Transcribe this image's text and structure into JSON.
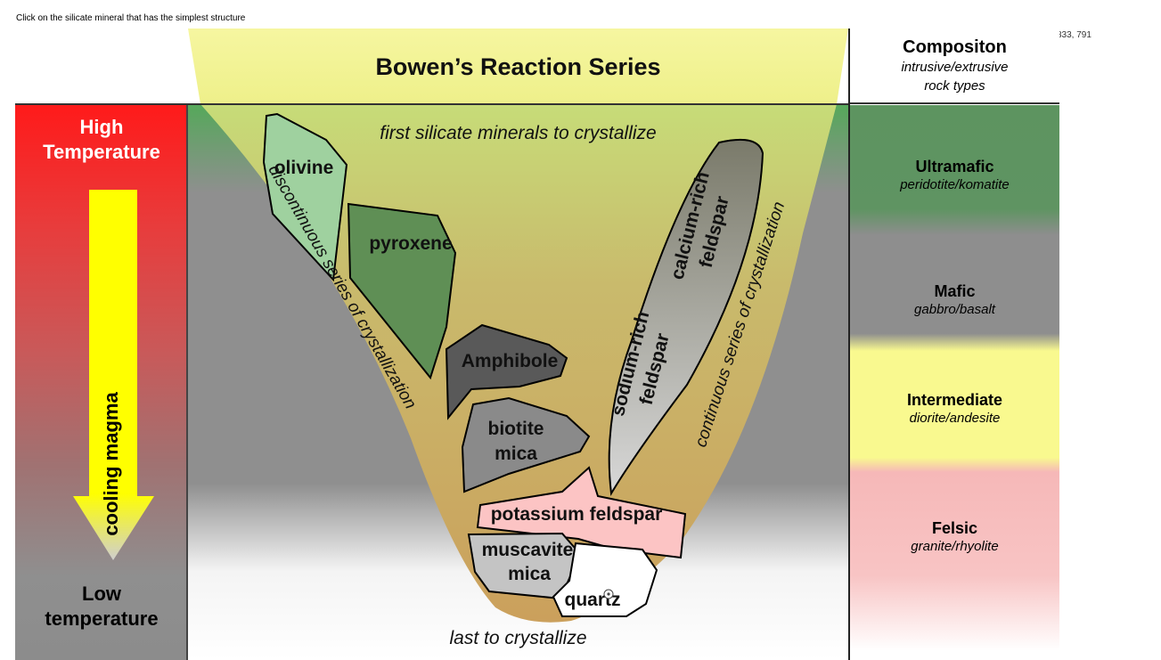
{
  "instruction": "Click on the silicate mineral that has the simplest structure",
  "coordinate_readout": "833, 791",
  "diagram": {
    "title": "Bowen’s Reaction Series",
    "top_caption": "first silicate minerals to crystallize",
    "bottom_caption": "last to crystallize",
    "left_series_label": "discontinuous series of crystallization",
    "right_series_label": "continuous series of crystallization",
    "minerals": {
      "olivine": "olivine",
      "pyroxene": "pyroxene",
      "amphibole": "Amphibole",
      "biotite_1": "biotite",
      "biotite_2": "mica",
      "calcium_1": "calcium-rich",
      "calcium_2": "feldspar",
      "sodium_1": "sodium-rich",
      "sodium_2": "feldspar",
      "potassium": "potassium feldspar",
      "muscovite_1": "muscavite",
      "muscovite_2": "mica",
      "quartz": "quartz"
    }
  },
  "temperature": {
    "high_1": "High",
    "high_2": "Temperature",
    "low_1": "Low",
    "low_2": "temperature",
    "arrow_label": "cooling magma"
  },
  "composition": {
    "title": "Compositon",
    "subtitle_1": "intrusive/extrusive",
    "subtitle_2": "rock types",
    "bands": [
      {
        "name": "Ultramafic",
        "rocks": "peridotite/komatite",
        "color": "#5d9460"
      },
      {
        "name": "Mafic",
        "rocks": "gabbro/basalt",
        "color": "#8e8e8e"
      },
      {
        "name": "Intermediate",
        "rocks": "diorite/andesite",
        "color": "#f9f98f"
      },
      {
        "name": "Felsic",
        "rocks": "granite/rhyolite",
        "color": "#f6b8b8"
      }
    ]
  },
  "colors": {
    "olivine": "#9fd19f",
    "pyroxene": "#5f8f55",
    "amphibole": "#595959",
    "biotite": "#8a8a8a",
    "potassium_feldspar": "#fcc4c4",
    "muscovite": "#c4c4c4",
    "quartz": "#ffffff",
    "funnel": "#c9a25c",
    "title_banner": "#f2f49a"
  }
}
